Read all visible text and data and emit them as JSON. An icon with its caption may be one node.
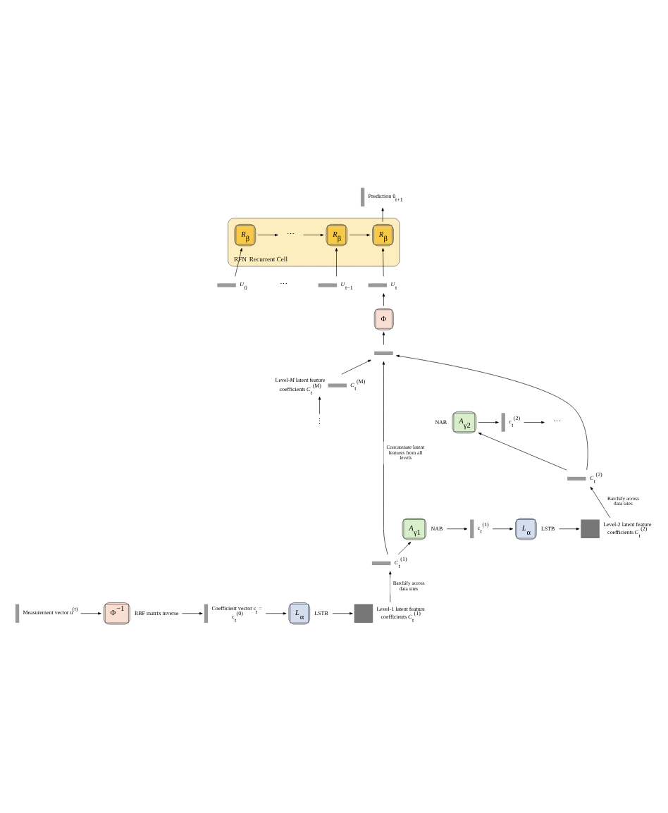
{
  "diagram": {
    "nodes": [
      {
        "text": [
          "Recurrent Cell"
        ],
        "beside": [
          "RFN"
        ]
      },
      {
        "text": [
          "*R*$_{β}$"
        ],
        "in": 0
      },
      {
        "text": [
          "⋯"
        ],
        "in": 0
      },
      {
        "text": [
          "*R*$_{β}$"
        ],
        "in": 0
      },
      {
        "text": [
          "*R*$_{β}$"
        ],
        "in": 0
      },
      {
        "text": [],
        "shape": "bar",
        "beside": [
          "Prediction û$_{t+1}$"
        ]
      },
      {
        "text": [],
        "shape": "bar",
        "beside": [
          "*U*$_{0}$"
        ]
      },
      {
        "text": [],
        "shape": "bar",
        "beside": [
          "*U*$_{t−1}$"
        ]
      },
      {
        "text": [],
        "shape": "bar",
        "beside": [
          "*U*$_{t}$"
        ]
      },
      {
        "text": [
          "Φ"
        ]
      },
      {
        "text": [],
        "shape": "bar"
      },
      {
        "text": [],
        "shape": "bar",
        "beside": [
          "Level-*M* latent feature coefficients *C*$_{t}$$^{(M)}$",
          "*C*$_{t}$$^{(M)}$"
        ]
      },
      {
        "text": [
          "*A*$_{γ2}$"
        ],
        "beside": [
          "NAB"
        ]
      },
      {
        "text": [],
        "shape": "bar",
        "beside": [
          "c$_{t}$$^{(2)}$"
        ]
      },
      {
        "text": [
          "⋯"
        ]
      },
      {
        "text": [
          "⋮"
        ]
      },
      {
        "text": [],
        "shape": "bar",
        "beside": [
          "*C*$_{t}$$^{(2)}$"
        ]
      },
      {
        "text": [],
        "shape": "box",
        "beside": [
          "Level-2 latent feature coefficients *C*$_{t}$$^{(2)}$"
        ]
      },
      {
        "text": [
          "*L*$_{α}$"
        ],
        "beside": [
          "LSTB"
        ]
      },
      {
        "text": [],
        "shape": "bar",
        "beside": [
          "c$_{t}$$^{(1)}$"
        ]
      },
      {
        "text": [
          "*A*$_{γ1}$"
        ],
        "beside": [
          "NAB"
        ]
      },
      {
        "text": [],
        "shape": "bar",
        "beside": [
          "*C*$_{t}$$^{(1)}$"
        ]
      },
      {
        "text": [],
        "shape": "bar",
        "beside": [
          "Measurement vector u$^{(t)}$"
        ]
      },
      {
        "text": [
          "Φ$^{−1}$"
        ],
        "beside": [
          "RBF matrix inverse"
        ]
      },
      {
        "text": [],
        "shape": "bar",
        "beside": [
          "Coefficient vector c$_{t}$ = c$_{t}$$^{(0)}$"
        ]
      },
      {
        "text": [
          "*L*$_{α}$"
        ],
        "beside": [
          "LSTB"
        ]
      },
      {
        "text": [],
        "shape": "box",
        "beside": [
          "Level-1 latent feature coefficients *C*$_{t}$$^{(1)}$"
        ]
      }
    ],
    "edges": [
      {
        "from": 1,
        "to": 2,
        "arrow": "to"
      },
      {
        "from": 2,
        "to": 3,
        "arrow": "to"
      },
      {
        "from": 3,
        "to": 4,
        "arrow": "to"
      },
      {
        "from": 4,
        "to": 5,
        "arrow": "to"
      },
      {
        "from": 6,
        "to": 1,
        "arrow": "to"
      },
      {
        "from": 7,
        "to": 3,
        "arrow": "to"
      },
      {
        "from": 8,
        "to": 4,
        "arrow": "to"
      },
      {
        "from": 9,
        "to": 8,
        "arrow": "to"
      },
      {
        "from": 10,
        "to": 9,
        "arrow": "to"
      },
      {
        "from": 11,
        "to": 10,
        "arrow": "to"
      },
      {
        "from": 15,
        "to": 11,
        "arrow": "to"
      },
      {
        "from": 12,
        "to": 13,
        "arrow": "to"
      },
      {
        "from": 13,
        "to": 14,
        "arrow": "to"
      },
      {
        "from": 16,
        "to": 12,
        "arrow": "to"
      },
      {
        "from": 17,
        "to": 16,
        "arrow": "to",
        "label": "Batchify across data sites"
      },
      {
        "from": 18,
        "to": 17,
        "arrow": "to"
      },
      {
        "from": 19,
        "to": 18,
        "arrow": "to"
      },
      {
        "from": 20,
        "to": 19,
        "arrow": "to"
      },
      {
        "from": 21,
        "to": 20,
        "arrow": "to"
      },
      {
        "from": 26,
        "to": 21,
        "arrow": "to",
        "label": "Batchify across data sites"
      },
      {
        "from": 22,
        "to": 23,
        "arrow": "to"
      },
      {
        "from": 23,
        "to": 24,
        "arrow": "to"
      },
      {
        "from": 24,
        "to": 25,
        "arrow": "to"
      },
      {
        "from": 25,
        "to": 26,
        "arrow": "to"
      },
      {
        "from": 21,
        "to": 10,
        "arrow": "to",
        "label": "Concatenate latent features from all levels"
      },
      {
        "from": 16,
        "to": 10,
        "arrow": "to"
      }
    ],
    "labels": [
      "⋯"
    ]
  }
}
